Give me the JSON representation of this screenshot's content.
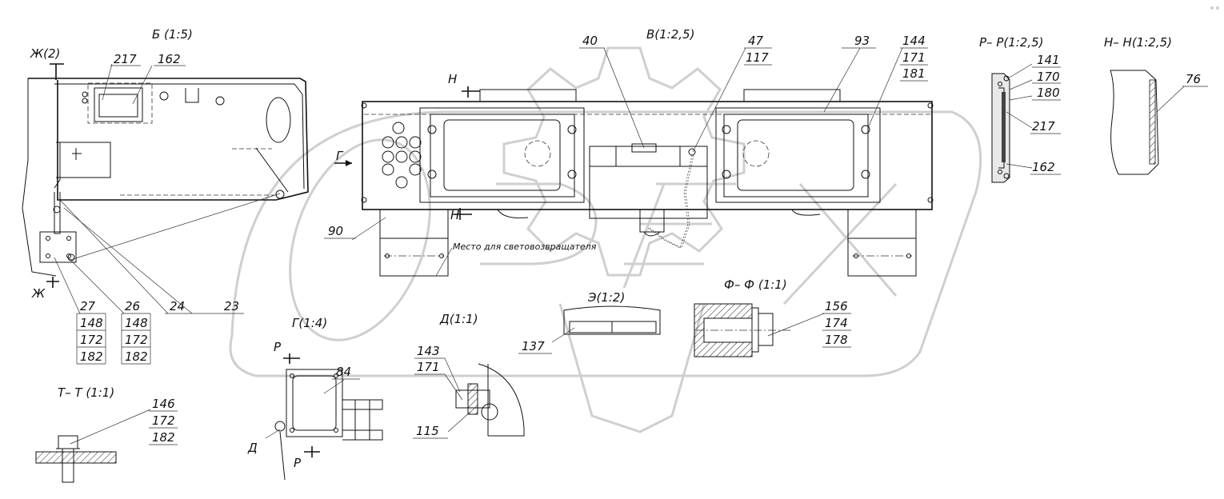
{
  "views": {
    "b": "Б (1:5)",
    "zh_top": "Ж(2)",
    "zh_bottom": "Ж",
    "v": "В(1:2,5)",
    "h_top": "Н",
    "h_bottom": "Н",
    "g_arrow": "Г",
    "rr": "Р– Р(1:2,5)",
    "hh": "Н– Н(1:2,5)",
    "g": "Г(1:4)",
    "d": "Д(1:1)",
    "e": "Э(1:2)",
    "ff": "Ф– Ф (1:1)",
    "tt": "Т– Т (1:1)",
    "p_top": "Р",
    "p_bottom": "Р",
    "d_small": "Д"
  },
  "note": "Место для световозвращателя",
  "callouts": {
    "c217a": "217",
    "c162a": "162",
    "c40": "40",
    "c47": "47",
    "c117": "117",
    "c93": "93",
    "c144": "144",
    "c171a": "171",
    "c181": "181",
    "c141": "141",
    "c170": "170",
    "c180": "180",
    "c217b": "217",
    "c162b": "162",
    "c76": "76",
    "c90": "90",
    "stack1": [
      "27",
      "148",
      "172",
      "182"
    ],
    "stack2": [
      "26",
      "148",
      "172",
      "182"
    ],
    "c24": "24",
    "c23": "23",
    "c84": "84",
    "c143": "143",
    "c171b": "171",
    "c115": "115",
    "c137": "137",
    "c156": "156",
    "c174": "174",
    "c178": "178",
    "c146": "146",
    "c172t": "172",
    "c182t": "182"
  },
  "colors": {
    "line": "#111111",
    "watermark": "#cfcfcf",
    "background": "#ffffff"
  }
}
